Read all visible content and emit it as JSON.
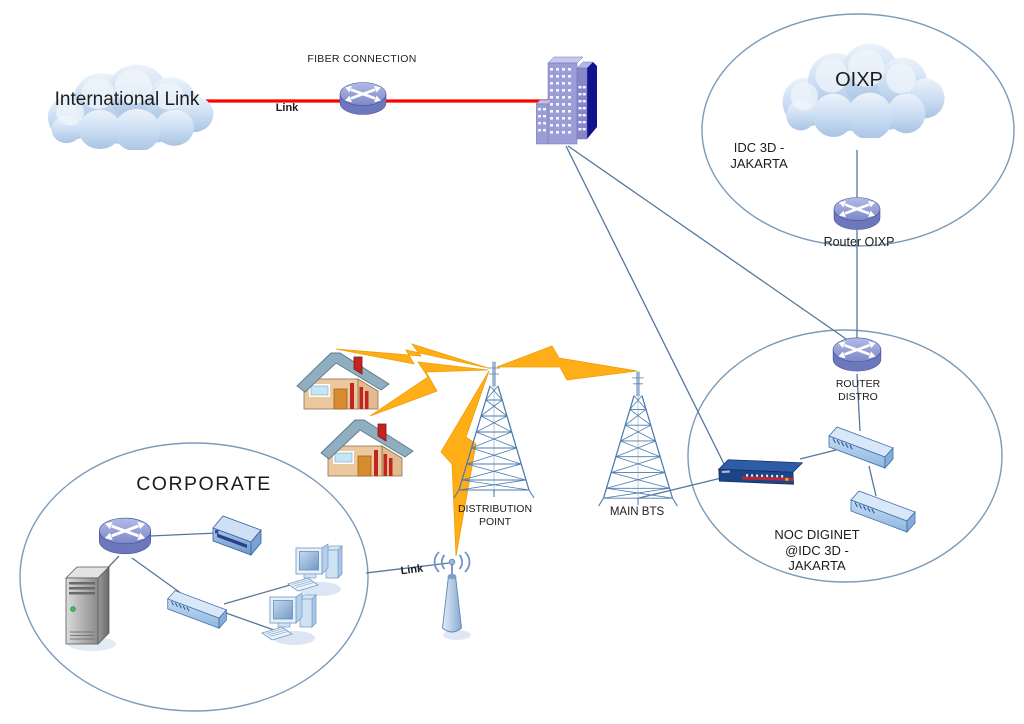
{
  "colors": {
    "fiber_link_line": "#ff0000",
    "wireless_bolt": "#ffae17",
    "cable_line": "#54779b",
    "zone_outline": "#7a9ab9"
  },
  "nodes": {
    "international_link": {
      "label": "International Link",
      "icon": "cloud-icon"
    },
    "fiber_connection": {
      "label": "FIBER CONNECTION",
      "icon": "router-icon"
    },
    "wan_link": {
      "label": "Link"
    },
    "pop_building": {
      "icon": "office-building-icon"
    },
    "distribution_point": {
      "label": "DISTRIBUTION\nPOINT",
      "icon": "radio-tower-icon"
    },
    "main_bts": {
      "label": "MAIN BTS",
      "icon": "radio-tower-icon"
    },
    "wireless_ap": {
      "icon": "wireless-antenna-icon"
    },
    "subscriber_houses": {
      "icon": "house-icon",
      "count": 2
    },
    "corporate_link": {
      "label": "Link"
    }
  },
  "zones": {
    "oixp": {
      "cloud_label": "OIXP",
      "site_label": "IDC 3D -\nJAKARTA",
      "router_label": "Router OIXP"
    },
    "noc": {
      "router_label": "ROUTER\nDISTRO",
      "site_label": "NOC DIGINET\n@IDC 3D -\nJAKARTA"
    },
    "corporate": {
      "label": "CORPORATE"
    }
  }
}
